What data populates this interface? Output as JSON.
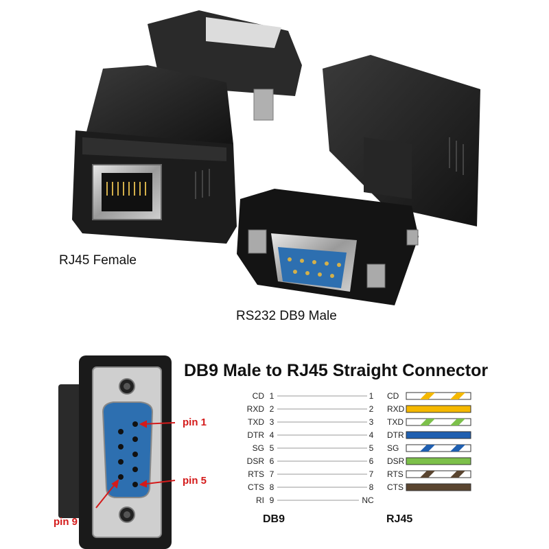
{
  "labels": {
    "rj45_female": "RJ45 Female",
    "db9_male": "RS232 DB9 Male",
    "title": "DB9 Male to RJ45 Straight Connector",
    "pin1": "pin 1",
    "pin5": "pin 5",
    "pin9": "pin 9",
    "footer_db9": "DB9",
    "footer_rj45": "RJ45"
  },
  "wiring": [
    {
      "db9_signal": "CD",
      "db9_pin": "1",
      "rj45_pin": "1",
      "rj45_signal": "CD",
      "wire": "orange-white"
    },
    {
      "db9_signal": "RXD",
      "db9_pin": "2",
      "rj45_pin": "2",
      "rj45_signal": "RXD",
      "wire": "orange"
    },
    {
      "db9_signal": "TXD",
      "db9_pin": "3",
      "rj45_pin": "3",
      "rj45_signal": "TXD",
      "wire": "green-white"
    },
    {
      "db9_signal": "DTR",
      "db9_pin": "4",
      "rj45_pin": "4",
      "rj45_signal": "DTR",
      "wire": "blue"
    },
    {
      "db9_signal": "SG",
      "db9_pin": "5",
      "rj45_pin": "5",
      "rj45_signal": "SG",
      "wire": "blue-white"
    },
    {
      "db9_signal": "DSR",
      "db9_pin": "6",
      "rj45_pin": "6",
      "rj45_signal": "DSR",
      "wire": "green"
    },
    {
      "db9_signal": "RTS",
      "db9_pin": "7",
      "rj45_pin": "7",
      "rj45_signal": "RTS",
      "wire": "brown-white"
    },
    {
      "db9_signal": "CTS",
      "db9_pin": "8",
      "rj45_pin": "8",
      "rj45_signal": "CTS",
      "wire": "brown"
    },
    {
      "db9_signal": "RI",
      "db9_pin": "9",
      "rj45_pin": "NC",
      "rj45_signal": "",
      "wire": "none"
    }
  ],
  "colors": {
    "orange": "#f5b800",
    "green": "#7cc04a",
    "blue": "#1f5fb0",
    "brown": "#5a4530",
    "pin_label": "#d41a1a",
    "connector_blue": "#2d6fb0",
    "plastic": "#1e1e1e"
  }
}
